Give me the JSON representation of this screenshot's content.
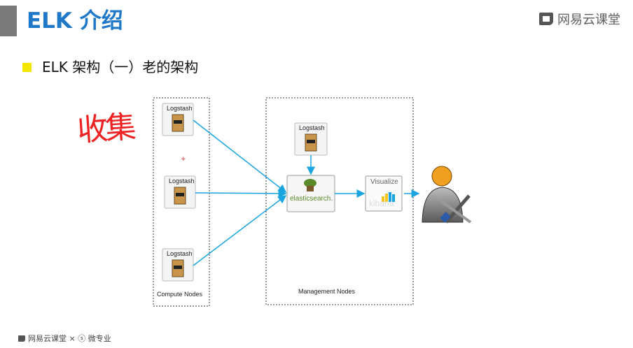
{
  "header": {
    "title": "ELK 介绍",
    "brand": "网易云课堂"
  },
  "slide": {
    "subtitle": "ELK 架构（一）老的架构",
    "annotation": "收集"
  },
  "diagram": {
    "compute_group_label": "Compute Nodes",
    "management_group_label": "Management Nodes",
    "logstash_label": "Logstash",
    "elasticsearch_label": "elasticsearch.",
    "visualize_label": "Visualize",
    "kibana_label": "kibana"
  },
  "footer": {
    "text": "网易云课堂 × ⓢ 微专业"
  },
  "colors": {
    "title": "#1f78c8",
    "arrow": "#1aa5e0",
    "bullet": "#f5e600",
    "annotation": "#e22222"
  }
}
